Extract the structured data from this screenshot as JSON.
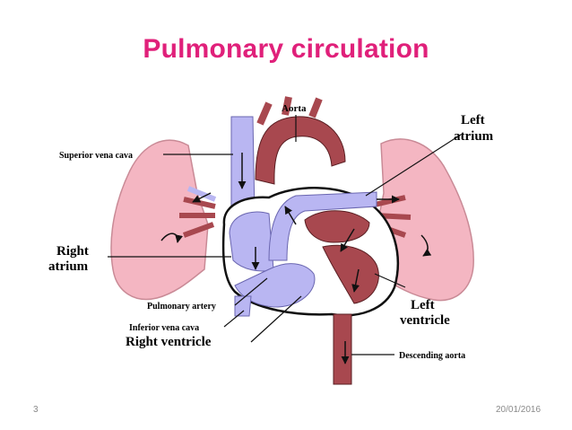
{
  "slide": {
    "title": "Pulmonary circulation",
    "page_number": "3",
    "date": "20/01/2016"
  },
  "colors": {
    "title": "#e0207a",
    "lung": "#f4b6c2",
    "oxygenated": "#a8484f",
    "deoxygenated": "#b9b6f2",
    "outline": "#111111"
  },
  "labels": {
    "aorta": "Aorta",
    "left_atrium_1": "Left",
    "left_atrium_2": "atrium",
    "superior_vena_cava": "Superior vena cava",
    "right_atrium_1": "Right",
    "right_atrium_2": "atrium",
    "pulmonary_artery": "Pulmonary artery",
    "inferior_vena_cava": "Inferior vena cava",
    "right_ventricle": "Right ventricle",
    "left_ventricle_1": "Left",
    "left_ventricle_2": "ventricle",
    "descending_aorta": "Descending aorta"
  }
}
